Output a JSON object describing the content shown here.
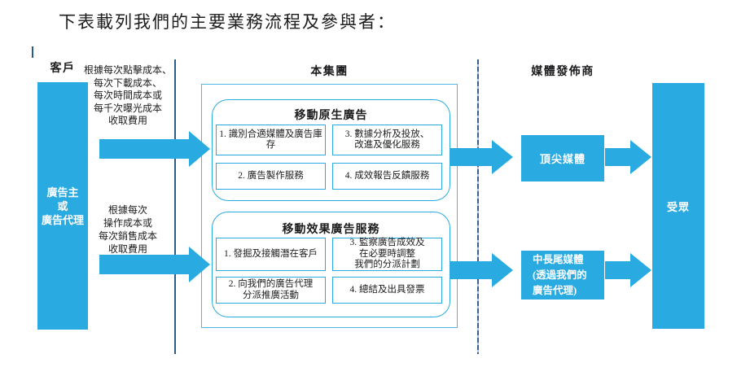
{
  "title": "下表載列我們的主要業務流程及參與者：",
  "colors": {
    "primary_blue": "#29ABE2",
    "divider_navy": "#2E5C87",
    "text_dark": "#1D1D1F"
  },
  "sections": {
    "customer": {
      "header": "客戶",
      "entity": "廣告主\n或\n廣告代理"
    },
    "group": {
      "header": "本集團",
      "native": {
        "title": "移動原生廣告",
        "items": [
          "1. 識別合適媒體及廣告庫存",
          "3. 數據分析及投放、\n改進及優化服務",
          "2. 廣告製作服務",
          "4. 成效報告反饋服務"
        ]
      },
      "performance": {
        "title": "移動效果廣告服務",
        "items": [
          "1. 發掘及接觸潛在客戶",
          "3. 監察廣告成效及\n在必要時調整\n我們的分派計劃",
          "2. 向我們的廣告代理\n分派推廣活動",
          "4. 總結及出具發票"
        ]
      }
    },
    "publishers": {
      "header": "媒體發佈商",
      "top_media": "頂尖媒體",
      "midtail_media": "中長尾媒體\n(透過我們的\n廣告代理)"
    },
    "audience": {
      "entity": "受眾"
    }
  },
  "arrows": {
    "fee_top": "根據每次點擊成本、\n每次下載成本、\n每次時間成本或\n每千次曝光成本\n收取費用",
    "fee_bottom": "根據每次\n操作成本或\n每次銷售成本\n收取費用"
  }
}
